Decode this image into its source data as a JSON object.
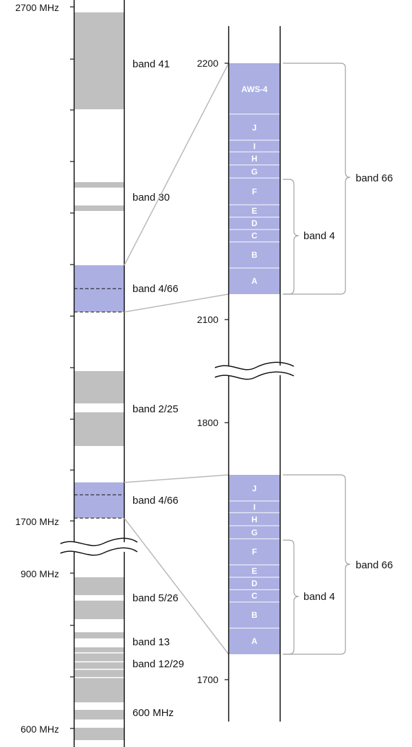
{
  "colors": {
    "band_gray": "#c0c0c0",
    "band_blue": "#abafe2",
    "axis": "#111111",
    "connector": "#b8b8b8",
    "divider": "#ffffff"
  },
  "left_scale": {
    "labels": [
      "2700 MHz",
      "1700 MHz",
      "900 MHz",
      "600 MHz"
    ],
    "band_labels": [
      "band 41",
      "band 30",
      "band 4/66",
      "band 2/25",
      "band 4/66",
      "band 5/26",
      "band 13",
      "band 12/29",
      "600 MHz"
    ]
  },
  "upper_detail": {
    "axis_labels": [
      "2200",
      "2100",
      "1800"
    ],
    "blocks": [
      "AWS-4",
      "J",
      "I",
      "H",
      "G",
      "F",
      "E",
      "D",
      "C",
      "B",
      "A"
    ],
    "band_66_label": "band 66",
    "band_4_label": "band 4"
  },
  "lower_detail": {
    "axis_labels": [
      "1700"
    ],
    "blocks": [
      "J",
      "I",
      "H",
      "G",
      "F",
      "E",
      "D",
      "C",
      "B",
      "A"
    ],
    "band_66_label": "band 66",
    "band_4_label": "band 4"
  }
}
